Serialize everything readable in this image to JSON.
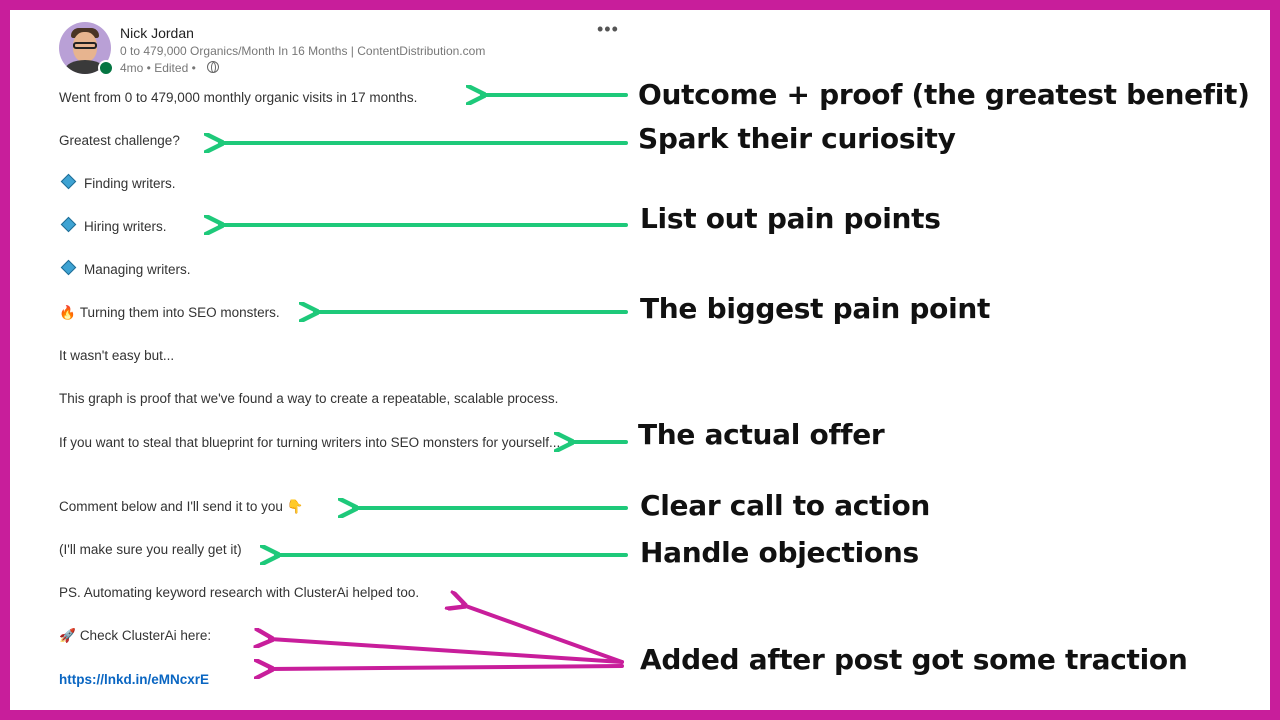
{
  "post": {
    "author": {
      "name": "Nick Jordan",
      "headline": "0 to 479,000 Organics/Month In 16 Months | ContentDistribution.com",
      "meta": "4mo • Edited •"
    },
    "more_label": "•••",
    "lines": {
      "outcome": "Went from 0 to 479,000 monthly organic visits in 17 months.",
      "challenge": "Greatest challenge?",
      "finding": "Finding writers.",
      "hiring": "Hiring writers.",
      "managing": "Managing writers.",
      "turning": "Turning them into SEO monsters.",
      "not_easy": "It wasn't easy but...",
      "graph_proof": "This graph is proof that we've found a way to create a repeatable, scalable process.",
      "offer": "If you want to steal that blueprint for turning writers into SEO monsters for yourself...",
      "cta": "Comment below and I'll send it to you",
      "objection": "(I'll make sure you really get it)",
      "ps": "PS. Automating keyword research with ClusterAi helped too.",
      "check": "Check ClusterAi here:",
      "link": "https://lnkd.in/eMNcxrE"
    },
    "emoji": {
      "fire": "🔥",
      "point_down": "👇",
      "rocket": "🚀"
    }
  },
  "annotations": {
    "outcome": "Outcome + proof (the greatest benefit)",
    "curiosity": "Spark their curiosity",
    "pain_points": "List out pain points",
    "biggest_pain": "The biggest pain point",
    "offer": "The actual offer",
    "cta": "Clear call to action",
    "objections": "Handle objections",
    "added": "Added after post got some traction"
  },
  "colors": {
    "frame": "#c81e9b",
    "green_arrow": "#1ec97a",
    "magenta_arrow": "#c81e9b",
    "link": "#0a66c2"
  }
}
